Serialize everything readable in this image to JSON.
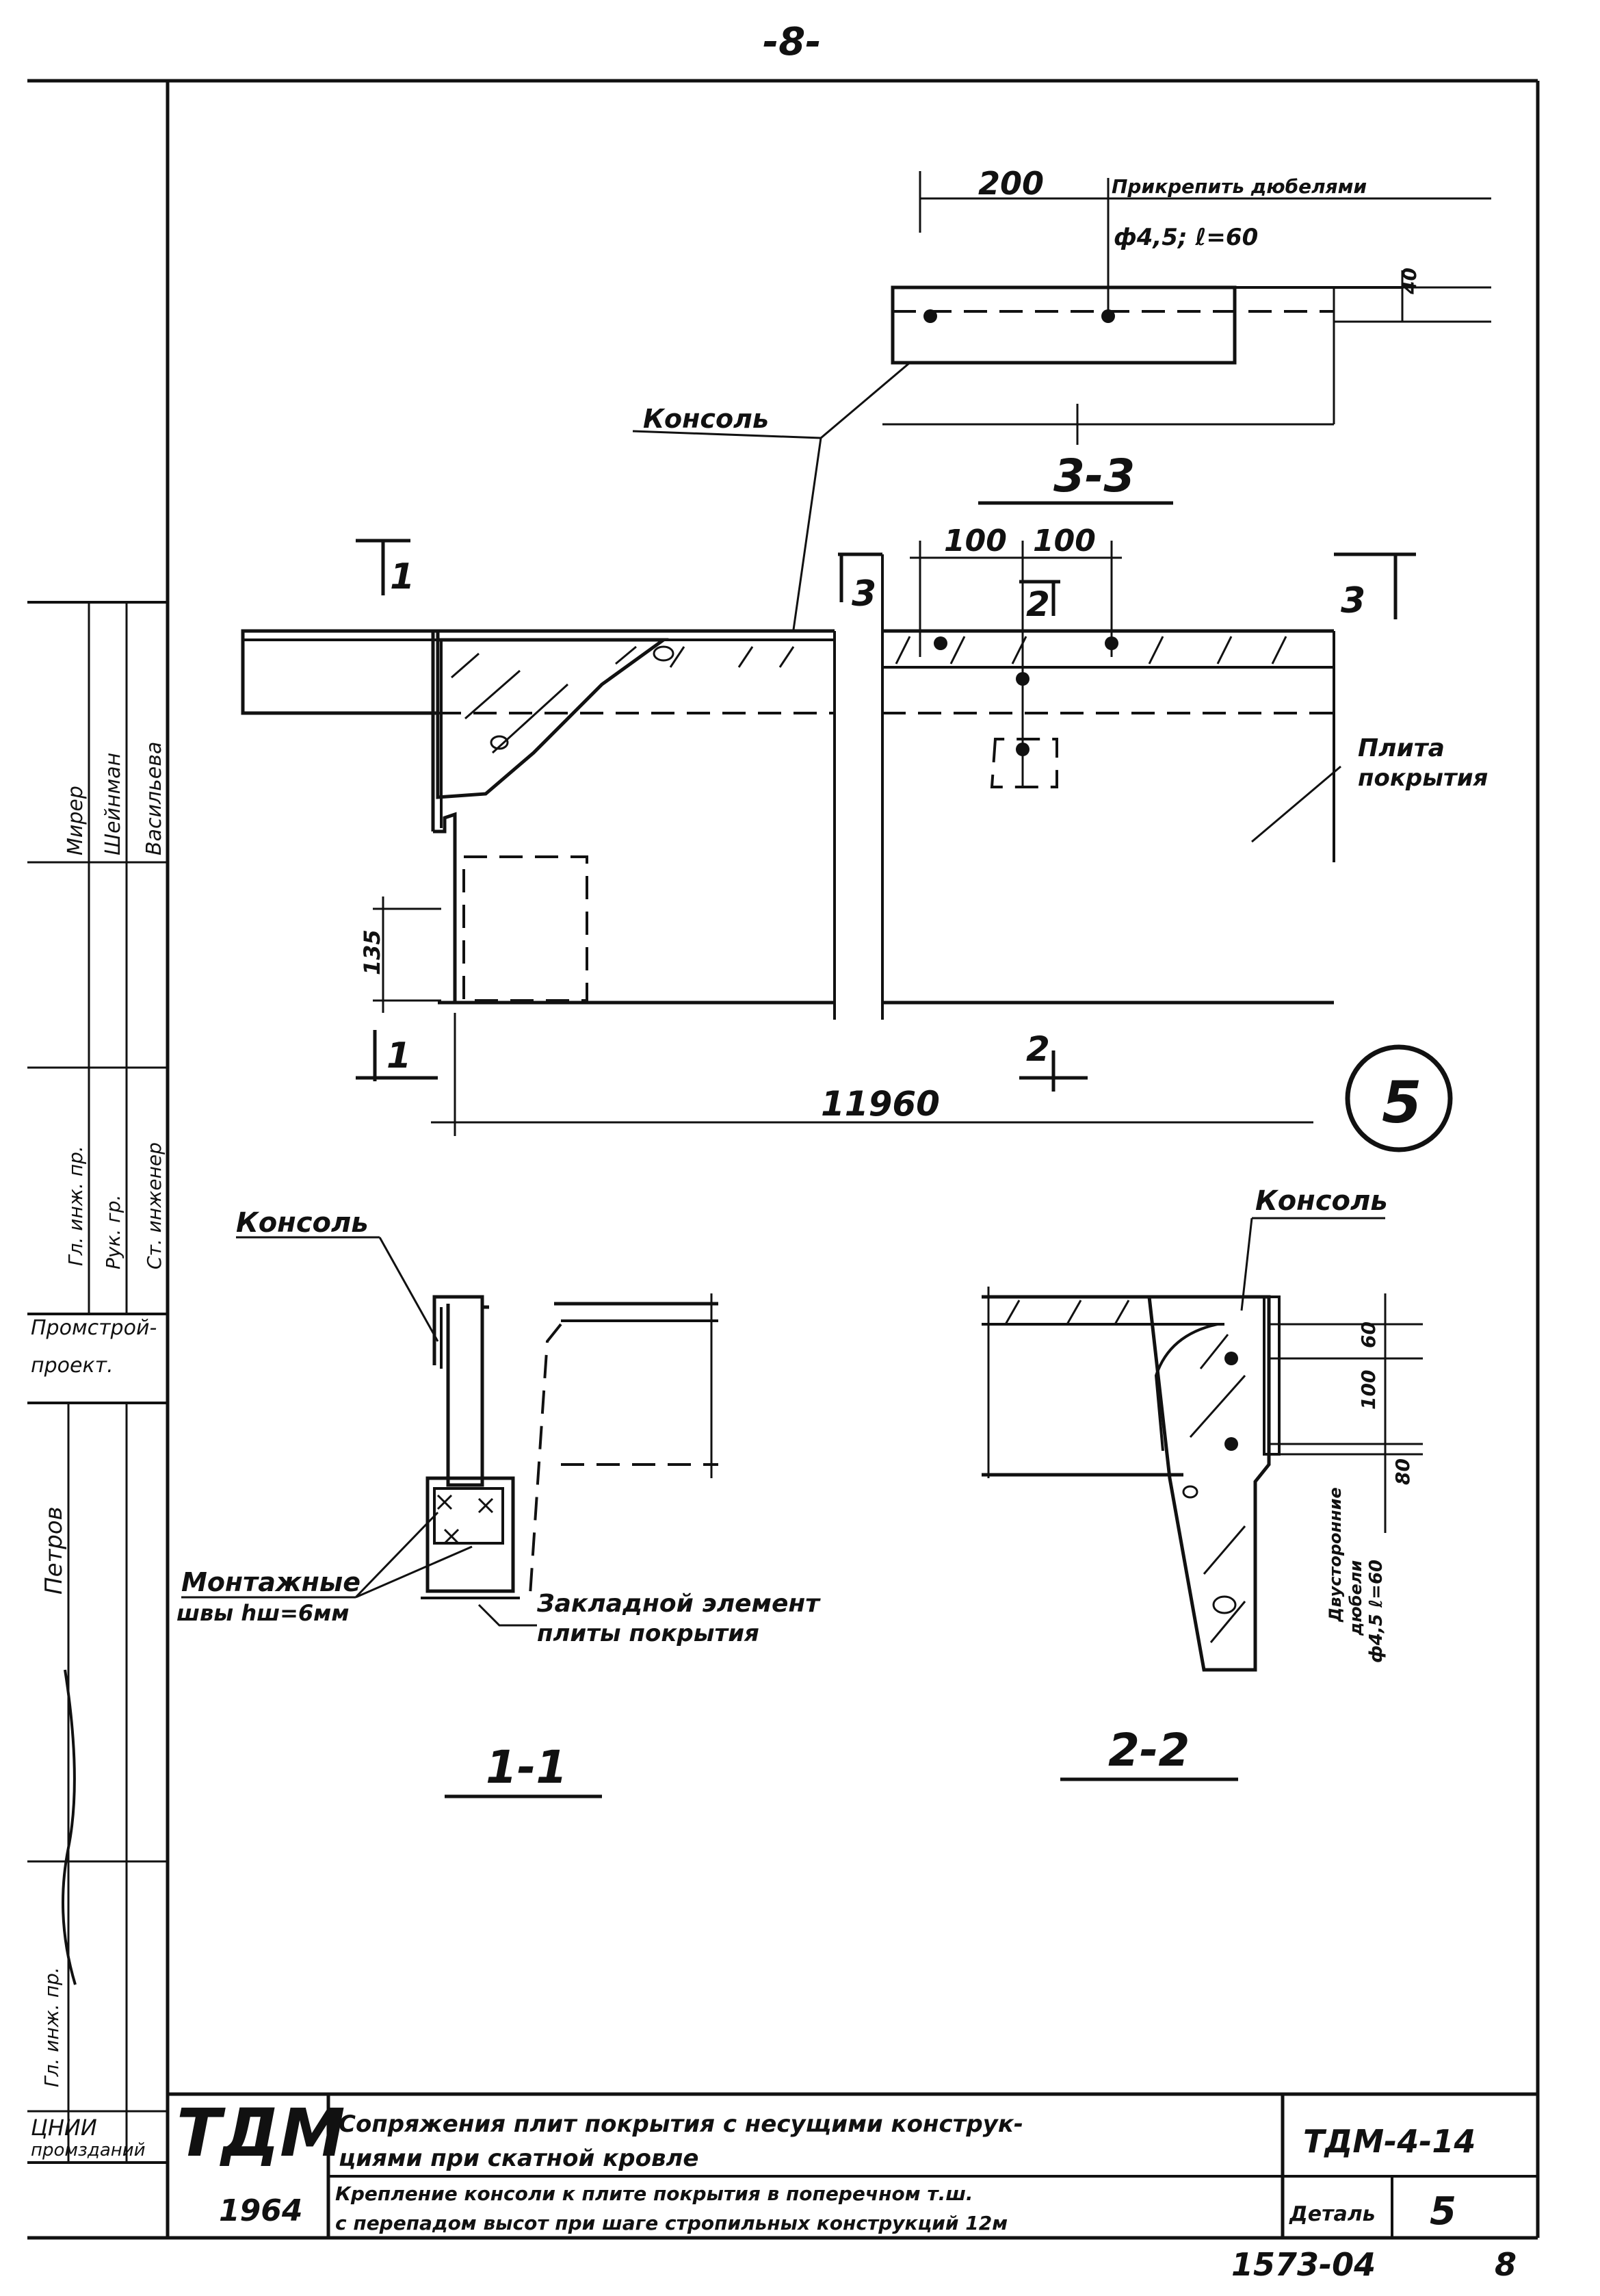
{
  "page": {
    "number": "-8-"
  },
  "section_3_3": {
    "dim_200": "200",
    "note_line1": "Прикрепить дюбелями",
    "note_line2": "ф4,5; ℓ=60",
    "dim_40": "40",
    "title": "3-3"
  },
  "plan_view": {
    "label_console": "Консоль",
    "marks": {
      "c1": "1",
      "c3a": "3",
      "c2": "2",
      "c3b": "3",
      "c1b": "1",
      "c2b": "2"
    },
    "dim_100a": "100",
    "dim_100b": "100",
    "label_slab_line1": "Плита",
    "label_slab_line2": "покрытия",
    "dim_135": "135",
    "dim_11960": "11960"
  },
  "detail_badge": "5",
  "section_1_1": {
    "label_console": "Консоль",
    "weld_line1": "Монтажные",
    "weld_line2": "швы hш=6мм",
    "embed_line1": "Закладной элемент",
    "embed_line2": "плиты покрытия",
    "title": "1-1"
  },
  "section_2_2": {
    "label_console": "Консоль",
    "dim_60": "60",
    "dim_100": "100",
    "dim_80": "80",
    "dowels_line1": "Двусторонние",
    "dowels_line2": "дюбели",
    "dowels_line3": "ф4,5 ℓ=60",
    "title": "2-2"
  },
  "side_stamp": {
    "cells": [
      "Гл. инж. пр.",
      "Петров",
      "Промстрой-",
      "проект.",
      "Гл. инж. пр.",
      "Рук. гр.",
      "Ст. инженер",
      "Мирер",
      "Шейнман",
      "Васильева",
      "ЦНИИ",
      "промзданий"
    ]
  },
  "title_block": {
    "logo": "ТДМ",
    "year": "1964",
    "title_line1": "Сопряжения плит покрытия с несущими конструк-",
    "title_line2": "циями при скатной кровле",
    "subtitle_line1": "Крепление консоли к плите покрытия в поперечном т.ш.",
    "subtitle_line2": "с перепадом высот при шаге стропильных конструкций 12м",
    "code": "ТДМ-4-14",
    "detail_label": "Деталь",
    "detail_value": "5"
  },
  "footer": {
    "sheet_code": "1573-04",
    "sheet_num": "8"
  }
}
